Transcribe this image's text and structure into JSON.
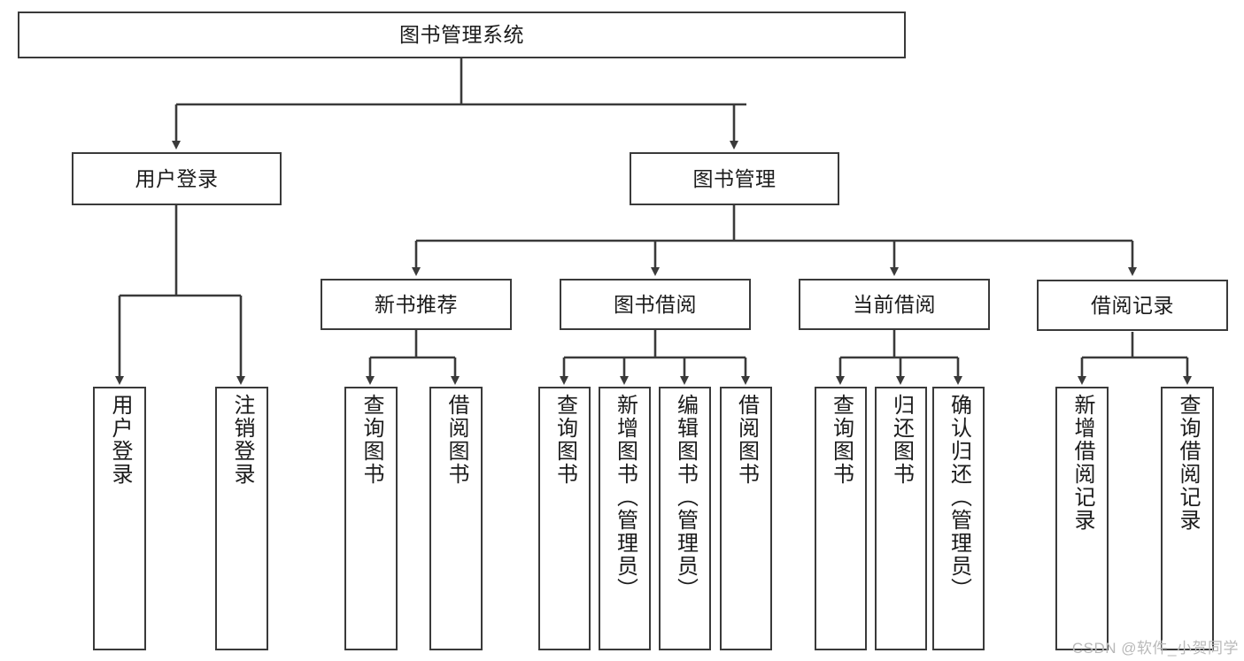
{
  "diagram": {
    "title": "图书管理系统",
    "watermark": "CSDN @软件_小贺同学",
    "colors": {
      "box_border": "#3a3a3a",
      "box_fill": "#ffffff",
      "line": "#3a3a3a",
      "text": "#1b1b1b",
      "watermark": "#b9b9b9"
    },
    "nodes": {
      "root": {
        "label": "图书管理系统",
        "orientation": "horizontal"
      },
      "user_login": {
        "label": "用户登录",
        "orientation": "horizontal"
      },
      "book_manage": {
        "label": "图书管理",
        "orientation": "horizontal"
      },
      "new_book_rec": {
        "label": "新书推荐",
        "orientation": "horizontal"
      },
      "book_borrow": {
        "label": "图书借阅",
        "orientation": "horizontal"
      },
      "current_borrow": {
        "label": "当前借阅",
        "orientation": "horizontal"
      },
      "borrow_record": {
        "label": "借阅记录",
        "orientation": "horizontal"
      },
      "leaf_user_login": {
        "label": "用户登录",
        "orientation": "vertical"
      },
      "leaf_logout": {
        "label": "注销登录",
        "orientation": "vertical"
      },
      "leaf_query_book_1": {
        "label": "查询图书",
        "orientation": "vertical"
      },
      "leaf_borrow_book_1": {
        "label": "借阅图书",
        "orientation": "vertical"
      },
      "leaf_query_book_2": {
        "label": "查询图书",
        "orientation": "vertical"
      },
      "leaf_add_book": {
        "label": "新增图书（管理员）",
        "orientation": "vertical"
      },
      "leaf_edit_book": {
        "label": "编辑图书（管理员）",
        "orientation": "vertical"
      },
      "leaf_borrow_book_2": {
        "label": "借阅图书",
        "orientation": "vertical"
      },
      "leaf_query_book_3": {
        "label": "查询图书",
        "orientation": "vertical"
      },
      "leaf_return_book": {
        "label": "归还图书",
        "orientation": "vertical"
      },
      "leaf_confirm_return": {
        "label": "确认归还（管理员）",
        "orientation": "vertical"
      },
      "leaf_add_record": {
        "label": "新增借阅记录",
        "orientation": "vertical"
      },
      "leaf_query_record": {
        "label": "查询借阅记录",
        "orientation": "vertical"
      }
    },
    "hierarchy": [
      {
        "parent": "root",
        "children": [
          "user_login",
          "book_manage"
        ]
      },
      {
        "parent": "user_login",
        "children": [
          "leaf_user_login",
          "leaf_logout"
        ]
      },
      {
        "parent": "book_manage",
        "children": [
          "new_book_rec",
          "book_borrow",
          "current_borrow",
          "borrow_record"
        ]
      },
      {
        "parent": "new_book_rec",
        "children": [
          "leaf_query_book_1",
          "leaf_borrow_book_1"
        ]
      },
      {
        "parent": "book_borrow",
        "children": [
          "leaf_query_book_2",
          "leaf_add_book",
          "leaf_edit_book",
          "leaf_borrow_book_2"
        ]
      },
      {
        "parent": "current_borrow",
        "children": [
          "leaf_query_book_3",
          "leaf_return_book",
          "leaf_confirm_return"
        ]
      },
      {
        "parent": "borrow_record",
        "children": [
          "leaf_add_record",
          "leaf_query_record"
        ]
      }
    ]
  }
}
